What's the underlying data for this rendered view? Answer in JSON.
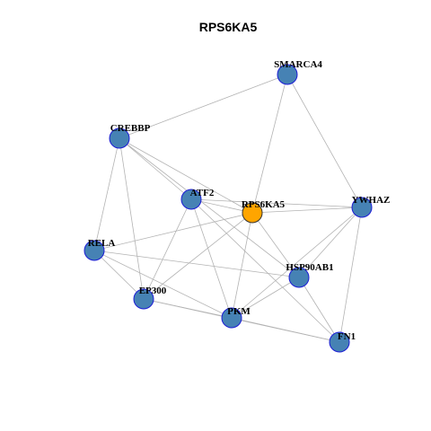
{
  "title": "RPS6KA5",
  "colors": {
    "node_default": "#4682B4",
    "node_outline": "#1c1cd6",
    "node_focus": "#FFA500",
    "node_focus_outline": "#333333",
    "edge": "#b3b3b3"
  },
  "nodes": [
    {
      "id": "SMARCA4",
      "label": "SMARCA4",
      "focus": false
    },
    {
      "id": "CREBBP",
      "label": "CREBBP",
      "focus": false
    },
    {
      "id": "ATF2",
      "label": "ATF2",
      "focus": false
    },
    {
      "id": "RPS6KA5",
      "label": "RPS6KA5",
      "focus": true
    },
    {
      "id": "YWHAZ",
      "label": "YWHAZ",
      "focus": false
    },
    {
      "id": "RELA",
      "label": "RELA",
      "focus": false
    },
    {
      "id": "HSP90AB1",
      "label": "HSP90AB1",
      "focus": false
    },
    {
      "id": "EP300",
      "label": "EP300",
      "focus": false
    },
    {
      "id": "PKM",
      "label": "PKM",
      "focus": false
    },
    {
      "id": "FN1",
      "label": "FN1",
      "focus": false
    }
  ],
  "edges": [
    [
      "SMARCA4",
      "CREBBP"
    ],
    [
      "SMARCA4",
      "RPS6KA5"
    ],
    [
      "SMARCA4",
      "YWHAZ"
    ],
    [
      "CREBBP",
      "ATF2"
    ],
    [
      "CREBBP",
      "RPS6KA5"
    ],
    [
      "CREBBP",
      "RELA"
    ],
    [
      "CREBBP",
      "EP300"
    ],
    [
      "CREBBP",
      "HSP90AB1"
    ],
    [
      "ATF2",
      "RPS6KA5"
    ],
    [
      "ATF2",
      "YWHAZ"
    ],
    [
      "ATF2",
      "EP300"
    ],
    [
      "ATF2",
      "PKM"
    ],
    [
      "ATF2",
      "FN1"
    ],
    [
      "RPS6KA5",
      "YWHAZ"
    ],
    [
      "RPS6KA5",
      "RELA"
    ],
    [
      "RPS6KA5",
      "EP300"
    ],
    [
      "RPS6KA5",
      "PKM"
    ],
    [
      "RPS6KA5",
      "HSP90AB1"
    ],
    [
      "YWHAZ",
      "HSP90AB1"
    ],
    [
      "YWHAZ",
      "PKM"
    ],
    [
      "YWHAZ",
      "FN1"
    ],
    [
      "RELA",
      "EP300"
    ],
    [
      "RELA",
      "HSP90AB1"
    ],
    [
      "RELA",
      "PKM"
    ],
    [
      "HSP90AB1",
      "PKM"
    ],
    [
      "HSP90AB1",
      "FN1"
    ],
    [
      "EP300",
      "PKM"
    ],
    [
      "EP300",
      "FN1"
    ],
    [
      "PKM",
      "FN1"
    ]
  ]
}
